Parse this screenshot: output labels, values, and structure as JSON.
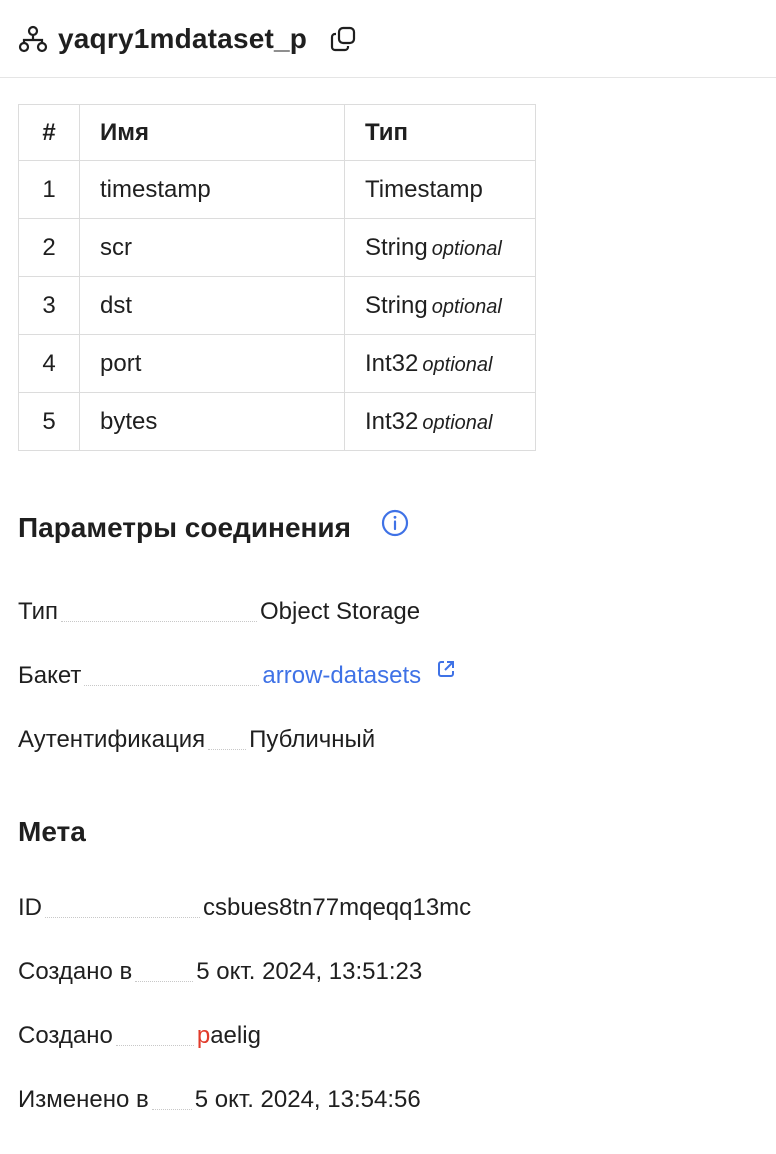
{
  "header": {
    "title": "yaqry1mdataset_p"
  },
  "schema": {
    "columns": [
      "#",
      "Имя",
      "Тип"
    ],
    "rows": [
      {
        "num": "1",
        "name": "timestamp",
        "type": "Timestamp",
        "optional": ""
      },
      {
        "num": "2",
        "name": "scr",
        "type": "String",
        "optional": "optional"
      },
      {
        "num": "3",
        "name": "dst",
        "type": "String",
        "optional": "optional"
      },
      {
        "num": "4",
        "name": "port",
        "type": "Int32",
        "optional": "optional"
      },
      {
        "num": "5",
        "name": "bytes",
        "type": "Int32",
        "optional": "optional"
      }
    ]
  },
  "connection": {
    "title": "Параметры соединения",
    "type_label": "Тип",
    "type_value": "Object Storage",
    "bucket_label": "Бакет",
    "bucket_value": "arrow-datasets",
    "auth_label": "Аутентификация",
    "auth_value": "Публичный"
  },
  "meta": {
    "title": "Мета",
    "id_label": "ID",
    "id_value": "csbues8tn77mqeqq13mc",
    "created_at_label": "Создано в",
    "created_at_value": "5 окт. 2024, 13:51:23",
    "created_by_label": "Создано",
    "created_by_first": "p",
    "created_by_rest": "aelig",
    "modified_at_label": "Изменено в",
    "modified_at_value": "5 окт. 2024, 13:54:56"
  },
  "colors": {
    "link": "#3f72e6",
    "avatar_letter": "#e13b2b",
    "border": "#dcdcdc"
  }
}
